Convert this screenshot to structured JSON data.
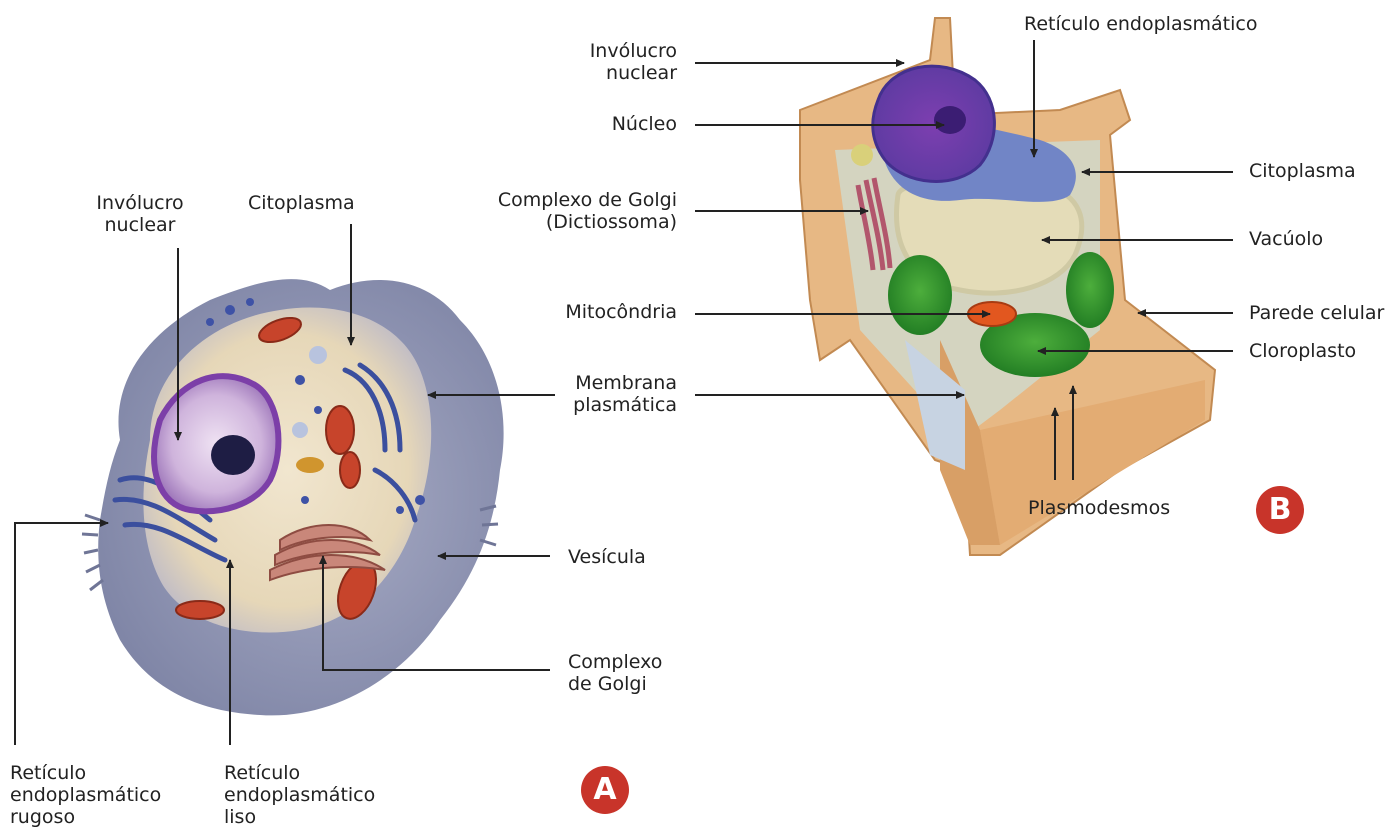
{
  "panel_a": {
    "badge": "A",
    "labels": {
      "involucro_nuclear_1": "Invólucro",
      "involucro_nuclear_2": "nuclear",
      "citoplasma": "Citoplasma",
      "membrana_1": "Membrana",
      "membrana_2": "plasmática",
      "vesicula": "Vesícula",
      "golgi_1": "Complexo",
      "golgi_2": "de Golgi",
      "rer_1": "Retículo",
      "rer_2": "endoplasmático",
      "rer_3": "rugoso",
      "ser_1": "Retículo",
      "ser_2": "endoplasmático",
      "ser_3": "liso"
    }
  },
  "panel_b": {
    "badge": "B",
    "labels": {
      "involucro_1": "Invólucro",
      "involucro_2": "nuclear",
      "nucleo": "Núcleo",
      "golgi_1": "Complexo de Golgi",
      "golgi_2": "(Dictiossoma)",
      "mitocondria": "Mitocôndria",
      "reticulo": "Retículo endoplasmático",
      "citoplasma": "Citoplasma",
      "vacuolo": "Vacúolo",
      "parede": "Parede celular",
      "cloroplasto": "Cloroplasto",
      "plasmodesmos": "Plasmodesmos"
    }
  }
}
